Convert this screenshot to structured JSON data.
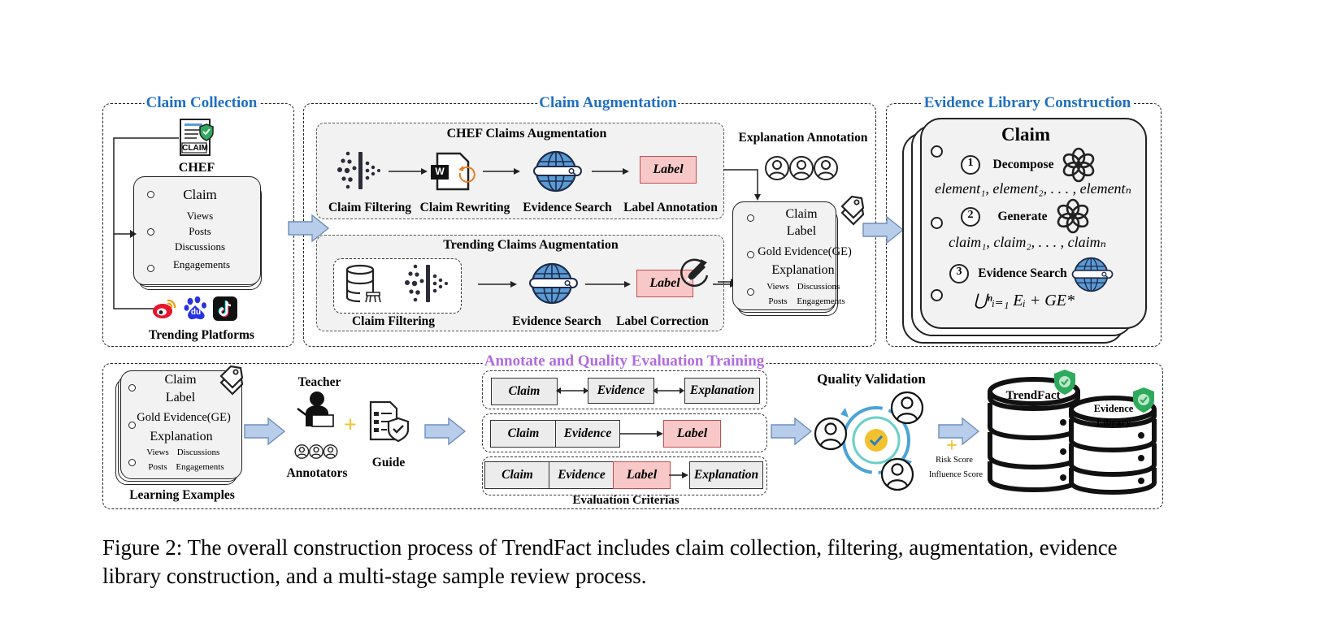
{
  "sections": {
    "claim_collection": "Claim Collection",
    "claim_augmentation": "Claim Augmentation",
    "evidence_library": "Evidence Library Construction",
    "annotate_training": "Annotate and Quality Evaluation Training"
  },
  "collection": {
    "icon_text": "CLAIM",
    "chef": "CHEF",
    "card_title": "Claim",
    "card_items": [
      "Views",
      "Posts",
      "Discussions",
      "Engagements"
    ],
    "platform_du": "du",
    "trending_platforms": "Trending Platforms"
  },
  "chef_aug": {
    "title": "CHEF Claims Augmentation",
    "steps": [
      "Claim Filtering",
      "Claim Rewriting",
      "Evidence Search",
      "Label Annotation"
    ],
    "w_icon": "W",
    "label_box": "Label"
  },
  "trend_aug": {
    "title": "Trending Claims  Augmentation",
    "steps": [
      "Claim Filtering",
      "Evidence Search",
      "Label Correction"
    ],
    "label_box": "Label"
  },
  "explanation": {
    "title": "Explanation Annotation",
    "card_claim": "Claim",
    "card_label": "Label",
    "card_ge": "Gold Evidence(GE)",
    "card_expl": "Explanation",
    "card_row1": [
      "Views",
      "Discussions"
    ],
    "card_row2": [
      "Posts",
      "Engagements"
    ]
  },
  "library": {
    "title": "Claim",
    "steps": [
      {
        "num": "1",
        "name": "Decompose",
        "formula": "element₁, element₂, . . . , elementₙ"
      },
      {
        "num": "2",
        "name": "Generate",
        "formula": "claim₁, claim₂, . . . , claimₙ"
      },
      {
        "num": "3",
        "name": "Evidence Search",
        "formula": "⋃ⁿᵢ₌₁ Eᵢ + GE*"
      }
    ]
  },
  "training": {
    "examples": {
      "claim": "Claim",
      "label": "Label",
      "ge": "Gold Evidence(GE)",
      "expl": "Explanation",
      "row1": [
        "Views",
        "Discussions"
      ],
      "row2": [
        "Posts",
        "Engagements"
      ],
      "caption": "Learning Examples"
    },
    "teacher": "Teacher",
    "annotators": "Annotators",
    "guide": "Guide",
    "plus": "+",
    "criteria_rows": [
      [
        "Claim",
        "Evidence",
        "Explanation"
      ],
      [
        "Claim",
        "Evidence",
        "Label"
      ],
      [
        "Claim",
        "Evidence",
        "Label",
        "Explanation"
      ]
    ],
    "criteria_caption": "Evaluation Criterias",
    "quality_validation": "Quality Validation",
    "risk_score": "Risk Score",
    "influence_score": "Influence Score",
    "db_trendfact": "TrendFact",
    "db_evidence": "Evidence",
    "db_library": "Library"
  },
  "caption": {
    "line1": "Figure 2: The overall construction process of TrendFact includes claim collection, filtering, augmentation, evidence",
    "line2": "library construction, and a multi-stage sample review process."
  },
  "colors": {
    "title_blue": "#1f6fc4",
    "title_purple": "#b06be0",
    "label_pink": "#f8c8c8",
    "arrow_blue": "#b7cdea",
    "globe_blue": "#5b9bd5",
    "shield_green": "#2eaa5c",
    "plus_yellow": "#f2c12e"
  },
  "icons": [
    "claim-document-icon",
    "filter-funnel-icon",
    "rewrite-icon",
    "globe-search-icon",
    "people-icon",
    "tag-icon",
    "openai-icon",
    "database-icon",
    "edit-check-icon",
    "teacher-icon",
    "guide-shield-icon",
    "validation-cycle-icon",
    "weibo-icon",
    "baidu-icon",
    "tiktok-icon"
  ]
}
